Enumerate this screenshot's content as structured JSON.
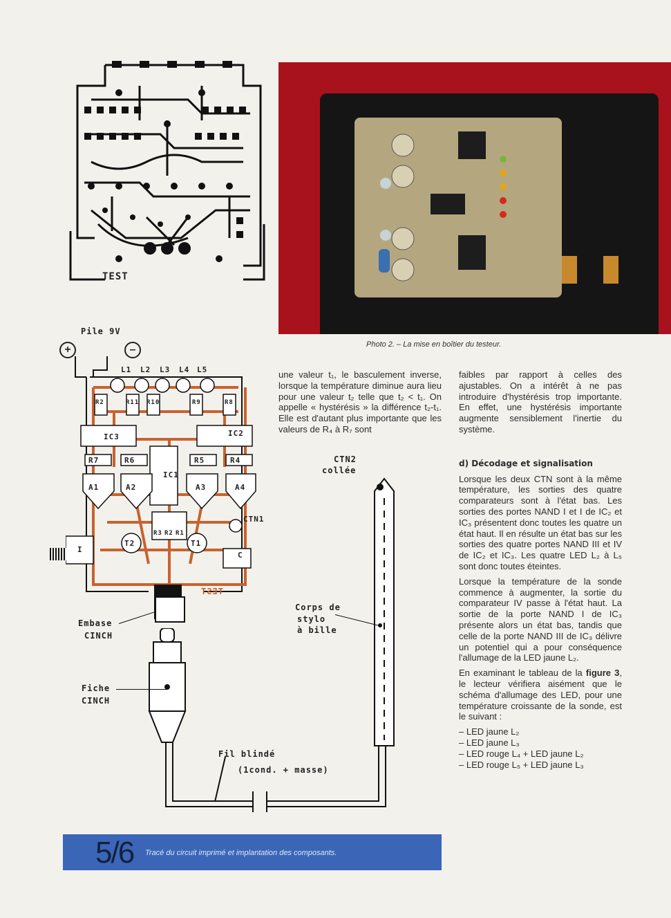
{
  "photo": {
    "caption": "Photo 2. – La mise en boîtier du testeur."
  },
  "pcb_top": {
    "test_label": "TEST"
  },
  "layout_fig": {
    "battery_label": "Pile 9V",
    "plus": "+",
    "minus": "–",
    "leds": [
      "L1",
      "L2",
      "L3",
      "L4",
      "L5"
    ],
    "resistors_top": [
      "R2",
      "R11",
      "R10",
      "R9",
      "R8"
    ],
    "ic3": "IC3",
    "ic2": "IC2",
    "ic1": "IC1",
    "resistors_mid": [
      "R7",
      "R6",
      "R5",
      "R4"
    ],
    "ajustables": [
      "A1",
      "A2",
      "A3",
      "A4"
    ],
    "r_bottom": [
      "R3",
      "R2",
      "R1"
    ],
    "t2": "T2",
    "t1": "T1",
    "ctn1": "CTN1",
    "switch": "I",
    "cap": "C",
    "test_mirror": "TEST",
    "embase": "Embase",
    "cinch1": "CINCH",
    "fiche": "Fiche",
    "cinch2": "CINCH",
    "fil": "Fil blindé",
    "fil_detail": "(1cond. + masse)",
    "ctn2": "CTN2",
    "collee": "collée",
    "corps": "Corps de",
    "stylo": "stylo",
    "bille": "à bille"
  },
  "figure": {
    "number": "5/6",
    "caption": "Tracé du circuit imprimé et implantation des composants."
  },
  "text": {
    "col1": "une valeur t₁, le basculement inverse, lorsque la température diminue aura lieu pour une valeur t₂ telle que t₂ < t₁. On appelle « hystérésis » la différence t₂-t₁. Elle est d'autant plus importante que les valeurs de R₄ à R₇ sont",
    "col2_p1": "faibles par rapport à celles des ajustables. On a intérêt à ne pas introduire d'hystérésis trop importante. En effet, une hystérésis importante augmente sensiblement l'inertie du système.",
    "section_heading": "d) Décodage et signalisation",
    "col2_p2": "Lorsque les deux CTN sont à la même température, les sorties des quatre comparateurs sont à l'état bas. Les sorties des portes NAND I et I de IC₂ et IC₃ présentent donc toutes les quatre un état haut. Il en résulte un état bas sur les sorties des quatre portes NAND III et IV de IC₂ et IC₃. Les quatre LED L₂ à L₅ sont donc toutes éteintes.",
    "col2_p3": "Lorsque la température de la sonde commence à augmenter, la sortie du comparateur IV passe à l'état haut. La sortie de la porte NAND I de IC₃ présente alors un état bas, tandis que celle de la porte NAND III de IC₃ délivre un potentiel qui a pour conséquence l'allumage de la LED jaune L₂.",
    "col2_p4_a": "En examinant le tableau de la ",
    "col2_p4_b": "figure 3",
    "col2_p4_c": ", le lecteur vérifiera aisément que le schéma d'allumage des LED, pour une température croissante de la sonde, est le suivant :",
    "list": [
      "– LED jaune L₂",
      "– LED jaune L₃",
      "– LED rouge L₄ + LED jaune L₂",
      "– LED rouge L₅ + LED jaune L₃"
    ]
  }
}
